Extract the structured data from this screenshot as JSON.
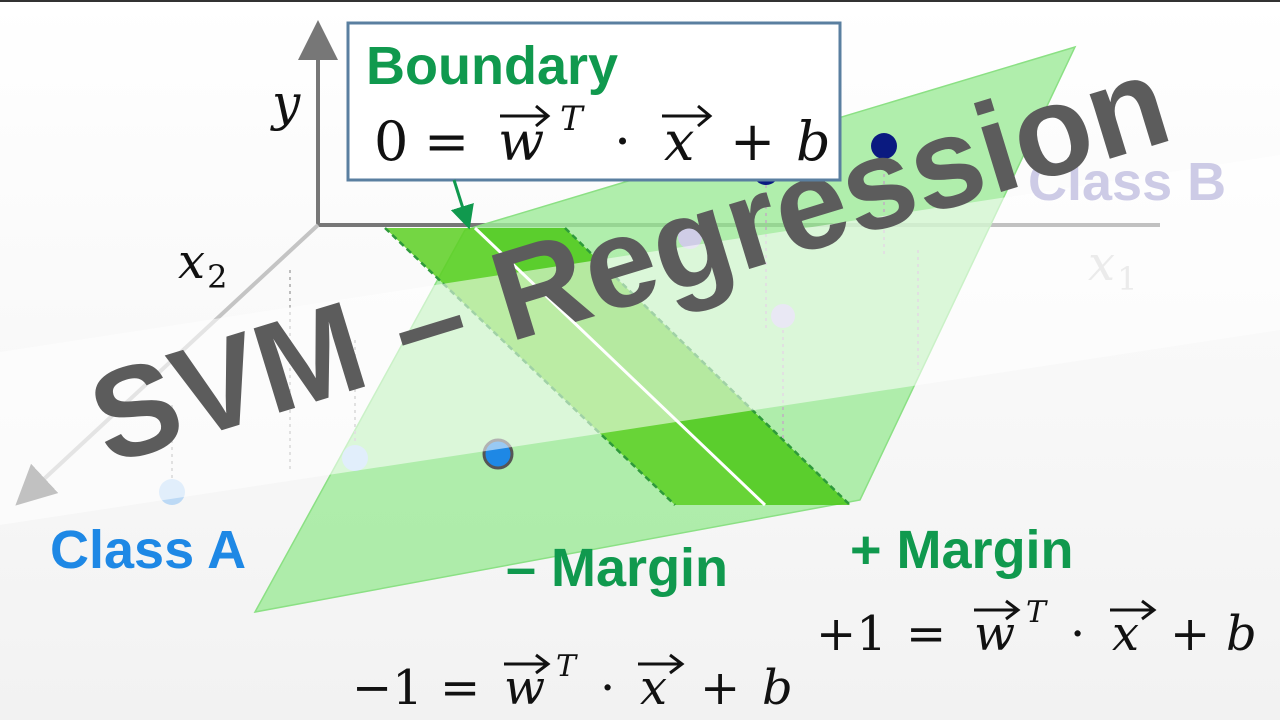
{
  "title_overlay": "SVM – Regression",
  "boundary": {
    "label": "Boundary",
    "equation": {
      "lhs": "0",
      "rel": "=",
      "w": "w",
      "T": "T",
      "dot": "·",
      "x": "x",
      "plus": "+",
      "b": "b"
    }
  },
  "neg_margin": {
    "label": "– Margin",
    "equation": {
      "lhs": "−1",
      "rel": "=",
      "w": "w",
      "T": "T",
      "dot": "·",
      "x": "x",
      "plus": "+",
      "b": "b"
    }
  },
  "pos_margin": {
    "label": "+ Margin",
    "equation": {
      "lhs": "+1",
      "rel": "=",
      "w": "w",
      "T": "T",
      "dot": "·",
      "x": "x",
      "plus": "+",
      "b": "b"
    }
  },
  "classes": {
    "a": "Class A",
    "b": "Class B"
  },
  "axes": {
    "y": "y",
    "x2_base": "x",
    "x2_sub": "2",
    "x1_base": "x",
    "x1_sub": "1"
  },
  "colors": {
    "plane": "#9fea9a",
    "band": "#4fd01e",
    "class_a": "#1e88e5",
    "class_b": "#0a1a80",
    "label_green": "#10994e",
    "title": "#5c5c5c"
  }
}
